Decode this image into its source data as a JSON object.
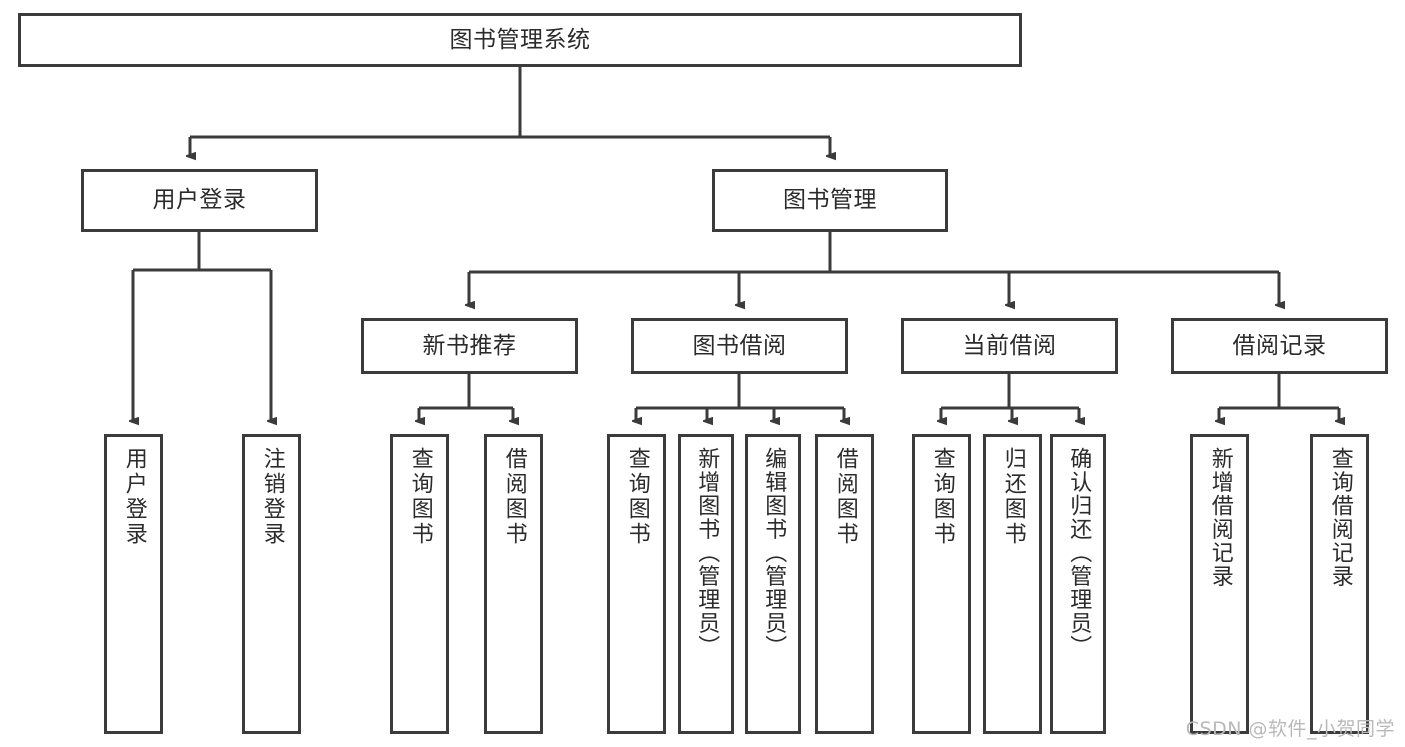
{
  "diagram": {
    "type": "tree-hierarchy-chart",
    "title": "图书管理系统",
    "line_color": "#3b3b3b",
    "box_fill": "#ffffff",
    "text_color": "#2b2b2b"
  },
  "nodes": {
    "root": {
      "label": "图书管理系统",
      "level": 1
    },
    "level2": [
      {
        "id": "user-login",
        "label": "用户登录"
      },
      {
        "id": "book-manage",
        "label": "图书管理"
      }
    ],
    "level3": [
      {
        "id": "new-book-recommend",
        "label": "新书推荐"
      },
      {
        "id": "book-borrow",
        "label": "图书借阅"
      },
      {
        "id": "current-borrow",
        "label": "当前借阅"
      },
      {
        "id": "borrow-record",
        "label": "借阅记录"
      }
    ],
    "leaves": {
      "user-login": [
        {
          "id": "leaf-user-login",
          "label": "用户登录"
        },
        {
          "id": "leaf-user-logout",
          "label": "注销登录"
        }
      ],
      "new-book-recommend": [
        {
          "id": "leaf-query-book-1",
          "label": "查询图书"
        },
        {
          "id": "leaf-borrow-book-1",
          "label": "借阅图书"
        }
      ],
      "book-borrow": [
        {
          "id": "leaf-query-book-2",
          "label": "查询图书"
        },
        {
          "id": "leaf-add-book-admin",
          "label": "新增图书（管理员）"
        },
        {
          "id": "leaf-edit-book-admin",
          "label": "编辑图书（管理员）"
        },
        {
          "id": "leaf-borrow-book-2",
          "label": "借阅图书"
        }
      ],
      "current-borrow": [
        {
          "id": "leaf-query-book-3",
          "label": "查询图书"
        },
        {
          "id": "leaf-return-book",
          "label": "归还图书"
        },
        {
          "id": "leaf-confirm-return-admin",
          "label": "确认归还（管理员）"
        }
      ],
      "borrow-record": [
        {
          "id": "leaf-add-borrow-record",
          "label": "新增借阅记录"
        },
        {
          "id": "leaf-query-borrow-record",
          "label": "查询借阅记录"
        }
      ]
    }
  },
  "watermark": {
    "text": "CSDN @软件_小贺同学"
  }
}
